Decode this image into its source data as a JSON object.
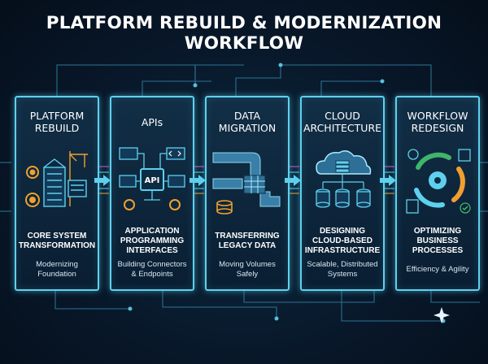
{
  "title": "PLATFORM REBUILD & MODERNIZATION WORKFLOW",
  "colors": {
    "accent": "#5ed0ee",
    "background": "#08182a",
    "glow": "#e04fd8",
    "orange": "#f0a030"
  },
  "stages": [
    {
      "title": "PLATFORM\nREBUILD",
      "heading": "CORE SYSTEM\nTRANSFORMATION",
      "subtitle": "Modernizing\nFoundation",
      "icon": "building-construction-icon"
    },
    {
      "title": "APIs",
      "heading": "APPLICATION\nPROGRAMMING\nINTERFACES",
      "subtitle": "Building Connectors\n& Endpoints",
      "icon": "api-network-icon"
    },
    {
      "title": "DATA\nMIGRATION",
      "heading": "TRANSFERRING\nLEGACY DATA",
      "subtitle": "Moving Volumes\nSafely",
      "icon": "data-pipeline-icon"
    },
    {
      "title": "CLOUD\nARCHITECTURE",
      "heading": "DESIGNING\nCLOUD-BASED\nINFRASTRUCTURE",
      "subtitle": "Scalable, Distributed\nSystems",
      "icon": "cloud-database-icon"
    },
    {
      "title": "WORKFLOW\nREDESIGN",
      "heading": "OPTIMIZING\nBUSINESS\nPROCESSES",
      "subtitle": "Efficiency & Agility",
      "icon": "process-cycle-icon"
    }
  ]
}
